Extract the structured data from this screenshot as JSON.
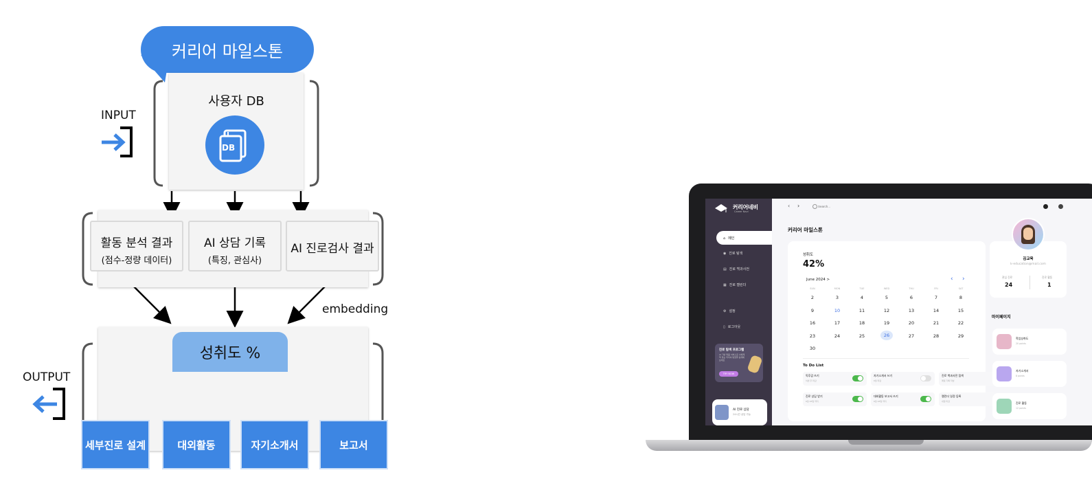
{
  "diagram": {
    "bubble_title": "커리어 마일스톤",
    "db_label": "사용자 DB",
    "db_icon_text": "DB",
    "input_label": "INPUT",
    "output_label": "OUTPUT",
    "embedding_label": "embedding",
    "inputs": [
      {
        "title": "활동 분석 결과",
        "sub": "(점수-정량 데이터)"
      },
      {
        "title": "AI 상담 기록",
        "sub": "(특징, 관심사)"
      },
      {
        "title": "AI 진로검사 결과",
        "sub": ""
      }
    ],
    "achievement_label": "성취도 %",
    "outputs": [
      "세부진로 설계",
      "대외활동",
      "자기소개서",
      "보고서"
    ]
  },
  "app": {
    "brand_name": "커리어네비",
    "brand_sub": "Career Navi",
    "search_placeholder": "Search...",
    "page_title": "커리어 마일스톤",
    "nav": [
      "메인",
      "진로 탐색",
      "진로 백과사전",
      "진로 캘린더",
      "설정",
      "로그아웃"
    ],
    "promo": {
      "title": "진로 탐색 프로그램",
      "desc": "AI 기반 맞춤 서비스로 나에게 딱 맞는 커리어 방향을 설계해보세요",
      "button": "TRY NOW"
    },
    "chat": {
      "title": "AI 진로 상담",
      "sub": "24시간 상담 가능"
    },
    "progress": {
      "label": "성취도",
      "value": "42%"
    },
    "calendar": {
      "month": "June 2024 >",
      "weekdays": [
        "SUN",
        "MON",
        "TUE",
        "WED",
        "THU",
        "FRI",
        "SAT"
      ],
      "weeks": [
        [
          "2",
          "3",
          "4",
          "5",
          "6",
          "7",
          "8"
        ],
        [
          "9",
          "10",
          "11",
          "12",
          "13",
          "14",
          "15"
        ],
        [
          "16",
          "17",
          "18",
          "19",
          "20",
          "21",
          "22"
        ],
        [
          "23",
          "24",
          "25",
          "26",
          "27",
          "28",
          "29"
        ],
        [
          "30",
          "",
          "",
          "",
          "",
          "",
          ""
        ]
      ],
      "highlight_blue": "10",
      "selected": "26"
    },
    "todo_title": "To Do List",
    "todos": [
      {
        "title": "독후감 쓰기",
        "sub": "이번 주 마감",
        "on": true
      },
      {
        "title": "자기소개서 쓰기",
        "sub": "6월 마감",
        "on": false
      },
      {
        "title": "진로 백과사전 탐색",
        "sub": "매일 기록 작성",
        "on": null
      },
      {
        "title": "진로 상담 받기",
        "sub": "6월 28일 까지",
        "on": true
      },
      {
        "title": "대외활동 보고서 쓰기",
        "sub": "6월 28일 까지",
        "on": true
      },
      {
        "title": "캘린더 일정 등록",
        "sub": "내일 마감",
        "on": null
      }
    ],
    "profile": {
      "name": "김교육",
      "email": "k-education@mail.com",
      "stat1_label": "관심 진로",
      "stat1_value": "24",
      "stat2_label": "진로 활동",
      "stat2_value": "1"
    },
    "mypage_title": "마이페이지",
    "mypage_items": [
      {
        "title": "학업성취도",
        "sub": "20 points"
      },
      {
        "title": "자기소개서",
        "sub": "8 points"
      },
      {
        "title": "진로 활동",
        "sub": "12 points"
      }
    ]
  }
}
